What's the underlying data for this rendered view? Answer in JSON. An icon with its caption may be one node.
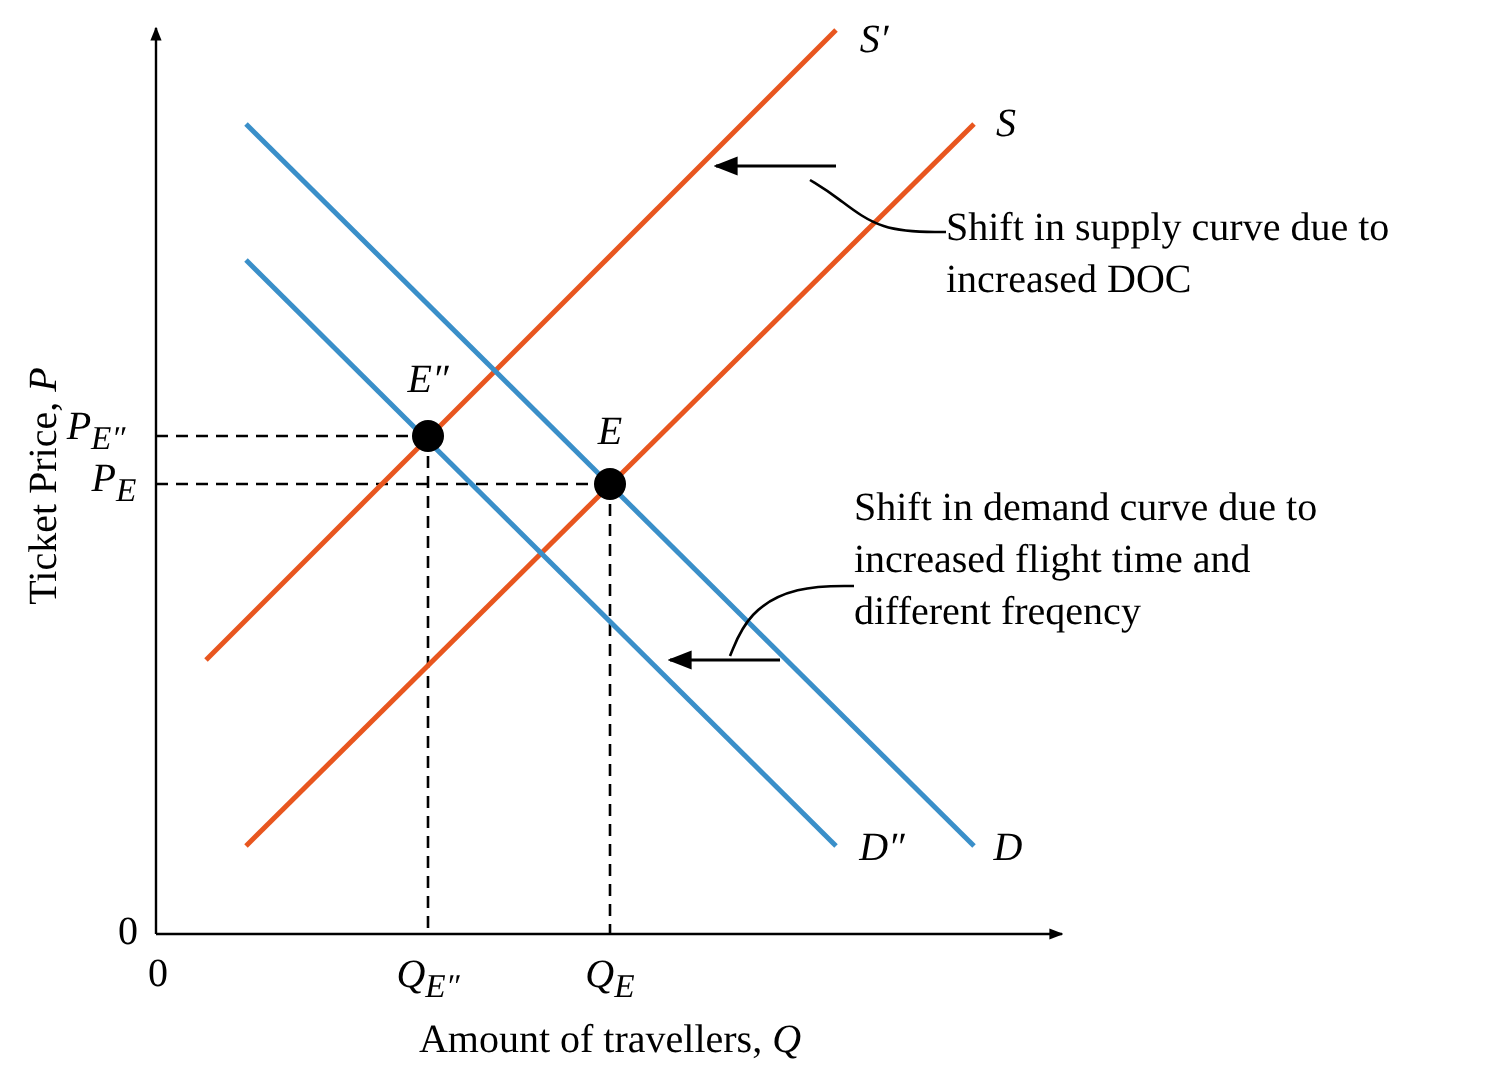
{
  "diagram": {
    "nodes": [
      {
        "text": [
          "Shift in supply curve due to increased DOC"
        ]
      },
      {
        "text": [
          "Shift in demand curve due to increased flight time and different freqency"
        ]
      }
    ],
    "edges": [
      {
        "from": 0,
        "to": null,
        "arrow": "none"
      },
      {
        "from": 1,
        "to": null,
        "arrow": "none"
      }
    ],
    "labels": [
      "S′",
      "S",
      "E″",
      "E",
      "P$_{E″}$",
      "P$_{E}$",
      "D″",
      "D",
      "0",
      "0",
      "Q$_{E″}$",
      "Q$_{E}$",
      "Ticket Price, *P*",
      "Amount of travellers, *Q*"
    ]
  }
}
